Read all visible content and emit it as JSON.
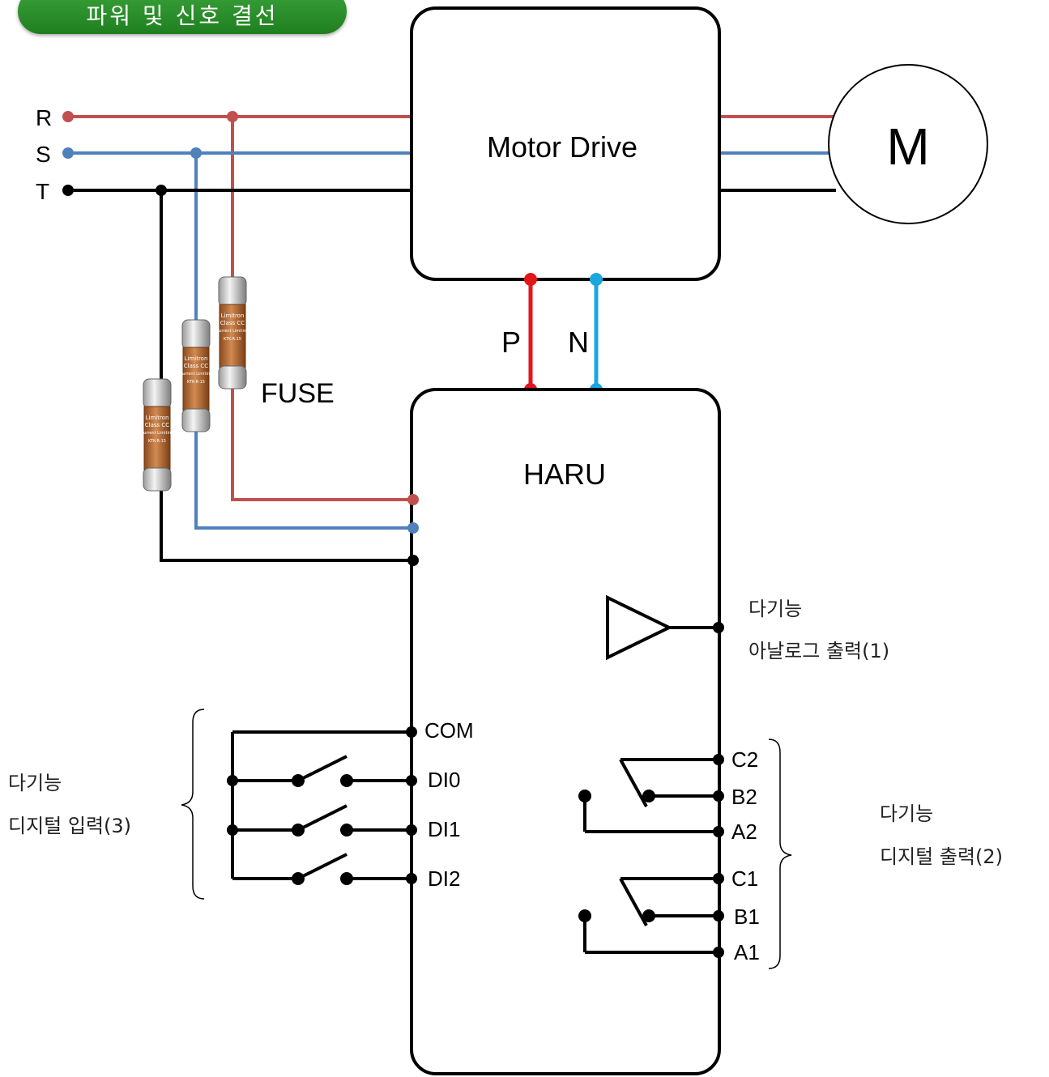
{
  "title": "파워 및 신호 결선",
  "phases": {
    "r": "R",
    "s": "S",
    "t": "T"
  },
  "motor_drive": "Motor Drive",
  "motor": "M",
  "dc_bus": {
    "p": "P",
    "n": "N"
  },
  "fuse_label": "FUSE",
  "controller": "HARU",
  "analog_output": {
    "line1": "다기능",
    "line2": "아날로그 출력(1)"
  },
  "digital_input": {
    "line1": "다기능",
    "line2": "디지털 입력(3)"
  },
  "digital_output": {
    "line1": "다기능",
    "line2": "디지털 출력(2)"
  },
  "input_terminals": {
    "com": "COM",
    "di0": "DI0",
    "di1": "DI1",
    "di2": "DI2"
  },
  "output_terminals": {
    "c2": "C2",
    "b2": "B2",
    "a2": "A2",
    "c1": "C1",
    "b1": "B1",
    "a1": "A1"
  },
  "fuse_print": [
    "Limitron",
    "Class CC",
    "Current Limiting",
    "KTK-R-15"
  ],
  "colors": {
    "r_phase": "#c0504d",
    "s_phase": "#4f81bd",
    "t_phase": "#000000",
    "p_bus": "#e3161b",
    "n_bus": "#1aa7e0",
    "title_badge": "#2e8f2e"
  }
}
